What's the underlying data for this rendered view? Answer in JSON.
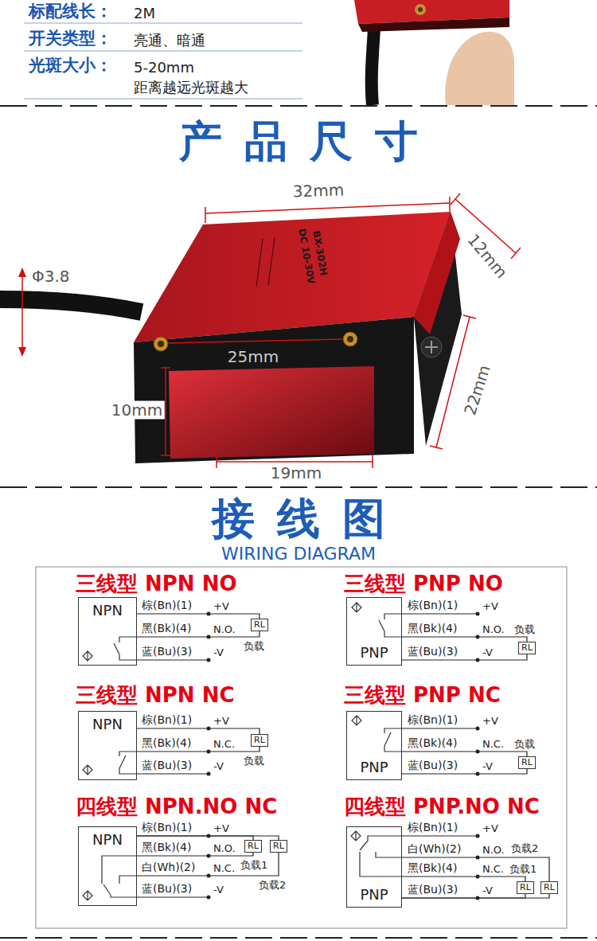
{
  "diagram": {
    "nodes": [
      {
        "text": [
          "NPN"
        ]
      },
      {
        "text": [
          "RL"
        ]
      },
      {
        "text": [
          "PNP"
        ]
      },
      {
        "text": [
          "RL"
        ]
      },
      {
        "text": [
          "NPN"
        ]
      },
      {
        "text": [
          "RL"
        ]
      },
      {
        "text": [
          "PNP"
        ]
      },
      {
        "text": [
          "RL"
        ]
      },
      {
        "text": [
          "NPN"
        ]
      },
      {
        "text": [
          "RL"
        ]
      },
      {
        "text": [
          "RL"
        ]
      },
      {
        "text": [
          "PNP"
        ]
      },
      {
        "text": [
          "RL"
        ]
      },
      {
        "text": [
          "RL"
        ]
      }
    ],
    "edges": [
      {
        "from": 0,
        "to": 1,
        "arrow": "none"
      },
      {
        "from": 0,
        "to": 1,
        "arrow": "none"
      },
      {
        "from": 2,
        "to": 3,
        "arrow": "none"
      },
      {
        "from": 2,
        "to": 3,
        "arrow": "none"
      },
      {
        "from": 4,
        "to": 5,
        "arrow": "none"
      },
      {
        "from": 4,
        "to": 5,
        "arrow": "none"
      },
      {
        "from": 6,
        "to": 7,
        "arrow": "none"
      },
      {
        "from": 6,
        "to": 7,
        "arrow": "none"
      },
      {
        "from": 8,
        "to": 9,
        "arrow": "none"
      },
      {
        "from": 8,
        "to": 10,
        "arrow": "none"
      },
      {
        "from": 8,
        "to": 9,
        "arrow": "none"
      },
      {
        "from": 8,
        "to": 10,
        "arrow": "none"
      },
      {
        "from": 11,
        "to": 13,
        "arrow": "none"
      },
      {
        "from": 11,
        "to": 12,
        "arrow": "none"
      },
      {
        "from": 11,
        "to": 12,
        "arrow": "none"
      },
      {
        "from": 11,
        "to": 13,
        "arrow": "none"
      }
    ],
    "labels": [
      "标配线长：",
      "2M",
      "开关类型：",
      "亮通、暗通",
      "光斑大小：",
      "5-20mm",
      "距离越远光斑越大",
      "产品尺寸",
      "32mm",
      "12mm",
      "Φ3.8",
      "BX-302H",
      "DC 10-30V",
      "25mm",
      "10mm",
      "22mm",
      "19mm",
      "接线图",
      "WIRING DIAGRAM",
      "三线型 NPN NO",
      "棕(Bn)(1)",
      "黑(Bk)(4)",
      "蓝(Bu)(3)",
      "+V",
      "N.O.",
      "-V",
      "负载",
      "三线型 PNP NO",
      "棕(Bn)(1)",
      "黑(Bk)(4)",
      "蓝(Bu)(3)",
      "+V",
      "N.O.",
      "-V",
      "负载",
      "三线型 NPN NC",
      "棕(Bn)(1)",
      "黑(Bk)(4)",
      "蓝(Bu)(3)",
      "+V",
      "N.C.",
      "-V",
      "负载",
      "三线型 PNP NC",
      "棕(Bn)(1)",
      "黑(Bk)(4)",
      "蓝(Bu)(3)",
      "+V",
      "N.C.",
      "-V",
      "负载",
      "四线型 NPN.NO NC",
      "棕(Bn)(1)",
      "黑(Bk)(4)",
      "白(Wh)(2)",
      "蓝(Bu)(3)",
      "+V",
      "N.O.",
      "N.C.",
      "-V",
      "负载1",
      "负载2",
      "四线型 PNP.NO NC",
      "棕(Bn)(1)",
      "白(Wh)(2)",
      "黑(Bk)(4)",
      "蓝(Bu)(3)",
      "+V",
      "N.O.",
      "N.C.",
      "-V",
      "负载2",
      "负载1"
    ]
  }
}
